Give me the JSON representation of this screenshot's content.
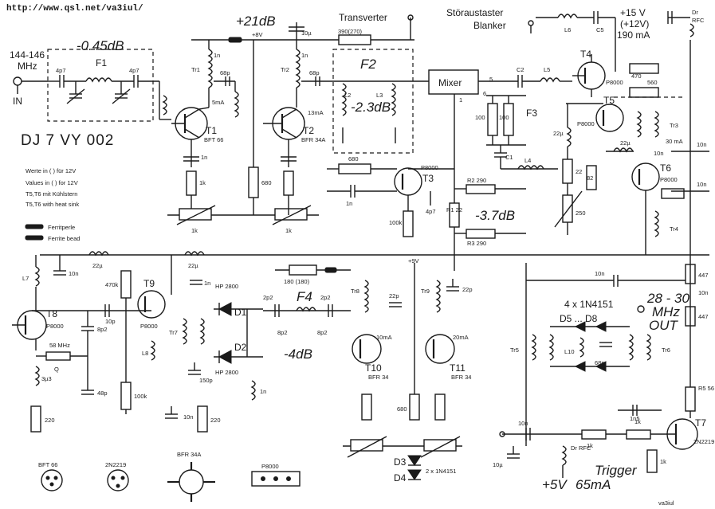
{
  "header": {
    "url": "http://www.qsl.net/va3iul/"
  },
  "title": "DJ 7 VY 002",
  "input": {
    "freq": "144-146",
    "unit": "MHz",
    "label": "IN",
    "loss": "-0.45dB"
  },
  "gain_top": "+21dB",
  "filters": {
    "f1": "F1",
    "f2": "F2",
    "f2_loss": "-2.3dB",
    "f3": "F3",
    "f4": "F4",
    "f4_loss": "-4dB"
  },
  "mixer": {
    "label": "Mixer",
    "loss": "-3.7dB"
  },
  "transverter": "Transverter",
  "blanker": {
    "line1": "Störaustaster",
    "line2": "Blanker"
  },
  "supply": {
    "line1": "+15 V",
    "line2": "(+12V)",
    "line3": "190 mA"
  },
  "supply2": {
    "plus9": "+9V",
    "plus8": "+8V",
    "plus5": "+5V",
    "cur5": "65mA"
  },
  "legend": {
    "line1": "Werte in (  ) für 12V",
    "line2": "Values in (  ) for 12V",
    "line3": "T5,T6 mit Kühlstern",
    "line4": "T5,T6 with heat sink",
    "line5": "Ferritperle",
    "line6": "Ferrite bead"
  },
  "output": {
    "freq": "28 - 30",
    "unit": "MHz",
    "label": "OUT"
  },
  "diodes": {
    "d5d8": "D5 ... D8",
    "d5d8_type": "4 x 1N4151",
    "d3d4": "D3",
    "d4": "D4",
    "d3d4_type": "2 x 1N4151",
    "d1": "D1",
    "d2": "D2",
    "hp": "HP 2800"
  },
  "crystal": {
    "freq": "58 MHz",
    "name": "Q"
  },
  "trigger": "Trigger",
  "transistors": {
    "t1": "T1",
    "t1_type": "BFT 66",
    "t2": "T2",
    "t2_type": "BFR 34A",
    "t3": "T3",
    "t3_type": "P8000",
    "t4": "T4",
    "t4_type": "P8000",
    "t5": "T5",
    "t5_type": "P8000",
    "t6": "T6",
    "t6_type": "P8000",
    "t7": "T7",
    "t7_type": "2N2219",
    "t8": "T8",
    "t8_type": "P8000",
    "t9": "T9",
    "t9_type": "P8000",
    "t10": "T10",
    "t10_type": "BFR 34",
    "t11": "T11",
    "t11_type": "BFR 34"
  },
  "pinouts": {
    "p1": "BFT 66",
    "p2": "2N2219",
    "p3": "BFR 34A",
    "p4": "P8000"
  },
  "values": {
    "c4p7": "4p7",
    "r5mA": "5mA",
    "r13mA": "13mA",
    "c68p": "68p",
    "c10u": "10µ",
    "r390": "390(270)",
    "r680": "680",
    "r560": "560",
    "r100": "100",
    "r22": "22",
    "r82": "82",
    "r250": "250",
    "r220": "220",
    "r1k": "1k",
    "r100k": "100k",
    "c1n": "1n",
    "c10n": "10n",
    "c2p2": "2p2",
    "c8p2": "8p2",
    "c48p": "48p",
    "c150p": "150p",
    "l3u3": "3µ3",
    "l22u": "22µ",
    "r470k": "470k",
    "r290": "R2 290",
    "r290b": "R3 290",
    "r1": "R1 22",
    "r180": "180 (180)",
    "c22p": "22p",
    "r10mA": "10mA",
    "r20mA": "20mA",
    "r30mA": "30 mA",
    "r447": "447",
    "r5": "R5 56 0W3",
    "c5": "C5",
    "l6": "L6",
    "dr": "Dr RFC",
    "l5": "L5",
    "c2": "C2",
    "c1": "C1"
  },
  "signature": "va3iul"
}
